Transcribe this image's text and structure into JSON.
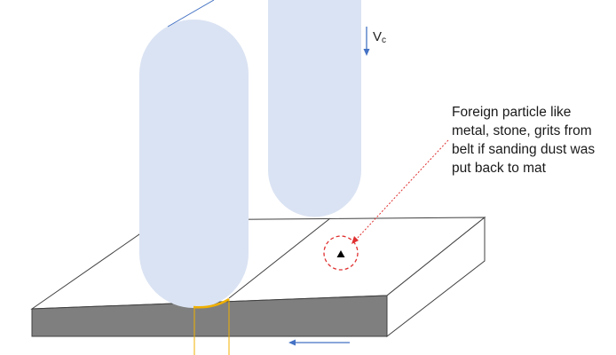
{
  "labels": {
    "velocity_main": "V",
    "velocity_sub": "c"
  },
  "annotation": {
    "lines": [
      "Foreign particle like",
      "metal, stone, grits from",
      "belt if sanding dust was",
      "put back to mat"
    ]
  },
  "colors": {
    "roller_fill": "#dae3f3",
    "slab_side": "#7f7f7f",
    "outline": "#404040",
    "contact_zone": "#f0b000",
    "arrow_blue": "#4472c4",
    "marker_circle": "#e03030",
    "particle": "#000000"
  }
}
